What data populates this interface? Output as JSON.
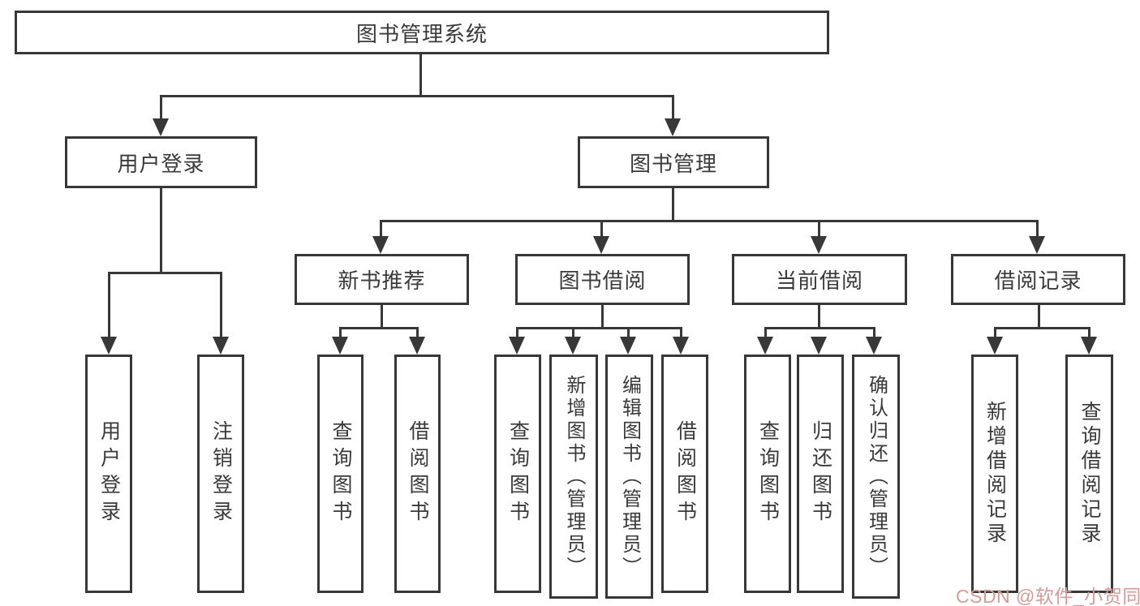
{
  "colors": {
    "line": "#383838",
    "text": "#3a3a3a",
    "background": "#ffffff",
    "watermark": "#d79a96"
  },
  "tree": {
    "root": "图书管理系统",
    "branches": [
      {
        "label": "用户登录",
        "children": [
          "用户登录",
          "注销登录"
        ]
      },
      {
        "label": "图书管理",
        "sections": [
          {
            "label": "新书推荐",
            "children": [
              "查询图书",
              "借阅图书"
            ]
          },
          {
            "label": "图书借阅",
            "children": [
              "查询图书",
              "新增图书（管理员）",
              "编辑图书（管理员）",
              "借阅图书"
            ]
          },
          {
            "label": "当前借阅",
            "children": [
              "查询图书",
              "归还图书",
              "确认归还（管理员）"
            ]
          },
          {
            "label": "借阅记录",
            "children": [
              "新增借阅记录",
              "查询借阅记录"
            ]
          }
        ]
      }
    ]
  },
  "watermark": {
    "text": "CSDN @软件_小贺同学"
  }
}
